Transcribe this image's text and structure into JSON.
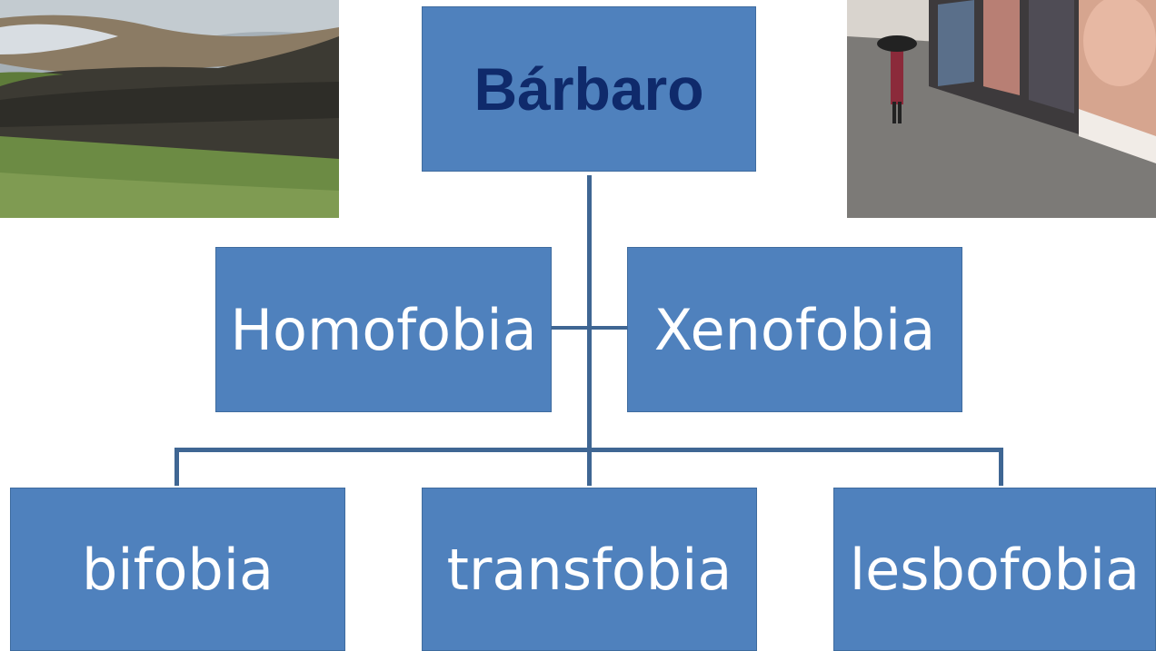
{
  "root": {
    "label": "Bárbaro"
  },
  "level1": [
    {
      "label": "Homofobia"
    },
    {
      "label": "Xenofobia"
    }
  ],
  "level2": [
    {
      "label": "bifobia"
    },
    {
      "label": "transfobia"
    },
    {
      "label": "lesbofobia"
    }
  ],
  "colors": {
    "box_fill": "#4f81bd",
    "connector": "#3f6693",
    "root_text": "#0f2a6b",
    "box_text": "#ffffff"
  }
}
